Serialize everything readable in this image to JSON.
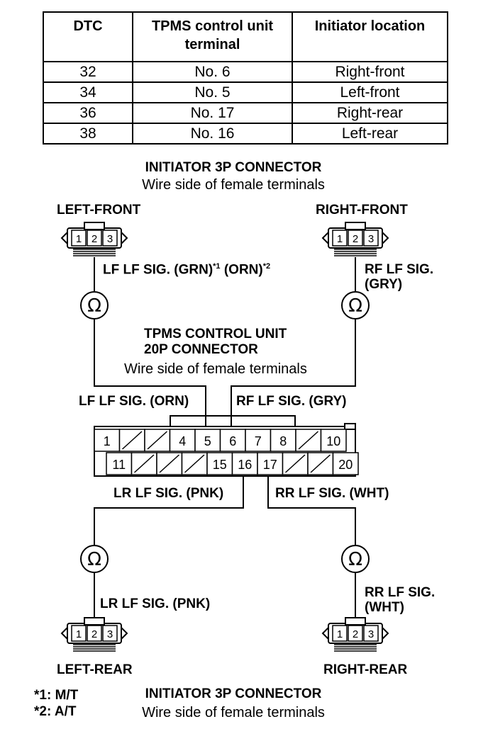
{
  "table": {
    "headers": [
      "DTC",
      "TPMS control unit terminal",
      "Initiator location"
    ],
    "rows": [
      [
        "32",
        "No. 6",
        "Right-front"
      ],
      [
        "34",
        "No. 5",
        "Left-front"
      ],
      [
        "36",
        "No. 17",
        "Right-rear"
      ],
      [
        "38",
        "No. 16",
        "Left-rear"
      ]
    ]
  },
  "top_connector": {
    "title": "INITIATOR 3P CONNECTOR",
    "subtitle": "Wire side of female terminals"
  },
  "left_front": {
    "label": "LEFT-FRONT",
    "wire_label": "LF LF SIG. (GRN)",
    "note1_mark": "*1",
    "wire_label_b": "(ORN)",
    "note2_mark": "*2"
  },
  "right_front": {
    "label": "RIGHT-FRONT",
    "wire_label_line1": "RF LF SIG.",
    "wire_label_line2": "(GRY)"
  },
  "control_unit": {
    "title_line1": "TPMS CONTROL UNIT",
    "title_line2": "20P CONNECTOR",
    "subtitle": "Wire side of female terminals",
    "lf_wire": "LF LF SIG. (ORN)",
    "rf_wire": "RF LF SIG. (GRY)",
    "lr_wire": "LR LF SIG. (PNK)",
    "rr_wire": "RR LF SIG. (WHT)",
    "row1": [
      "1",
      "",
      "",
      "4",
      "5",
      "6",
      "7",
      "8",
      "",
      "10"
    ],
    "row2": [
      "11",
      "",
      "",
      "",
      "15",
      "16",
      "17",
      "",
      "",
      "20"
    ]
  },
  "left_rear": {
    "label": "LEFT-REAR",
    "wire_label": "LR LF SIG. (PNK)"
  },
  "right_rear": {
    "label": "RIGHT-REAR",
    "wire_label_line1": "RR LF SIG.",
    "wire_label_line2": "(WHT)"
  },
  "connector_pins": [
    "1",
    "2",
    "3"
  ],
  "ohm_symbol": "Ω",
  "footnotes": {
    "note1": "*1: M/T",
    "note2": "*2: A/T"
  },
  "bottom_connector": {
    "title": "INITIATOR 3P CONNECTOR",
    "subtitle": "Wire side of female terminals"
  }
}
